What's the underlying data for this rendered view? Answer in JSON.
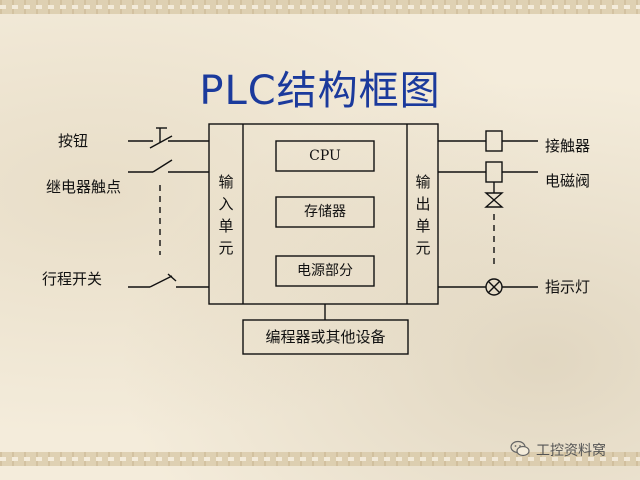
{
  "title": "PLC结构框图",
  "left_labels": {
    "button": "按钮",
    "relay_contact": "继电器触点",
    "travel_switch": "行程开关"
  },
  "right_labels": {
    "contactor": "接触器",
    "solenoid_valve": "电磁阀",
    "indicator_light": "指示灯"
  },
  "input_unit": [
    "输",
    "入",
    "单",
    "元"
  ],
  "output_unit": [
    "输",
    "出",
    "单",
    "元"
  ],
  "center_boxes": {
    "cpu": "CPU",
    "memory": "存储器",
    "power": "电源部分"
  },
  "programmer_box": "编程器或其他设备",
  "watermark": "工控资料窝",
  "colors": {
    "title": "#1b3a9c",
    "line": "#111111"
  }
}
